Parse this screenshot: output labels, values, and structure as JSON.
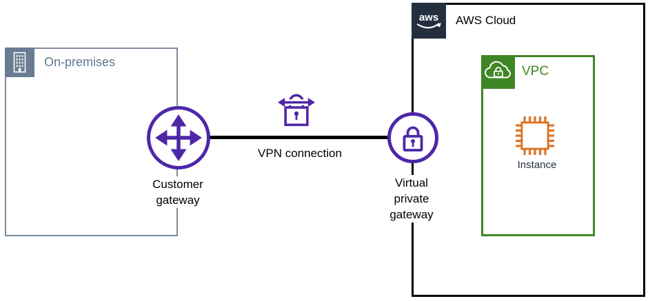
{
  "colors": {
    "purple": "#4D27A8",
    "green": "#3F8624",
    "orange": "#DD7324",
    "navy": "#232F3E",
    "slate": "#697C92",
    "line_black": "#000000"
  },
  "aws_cloud": {
    "logo_text": "aws",
    "label": "AWS Cloud"
  },
  "on_premises": {
    "label": "On-premises"
  },
  "vpc": {
    "label": "VPC"
  },
  "customer_gateway": {
    "label": "Customer gateway"
  },
  "vpn_connection": {
    "label": "VPN connection"
  },
  "virtual_private_gateway": {
    "label": "Virtual private gateway"
  },
  "instance": {
    "label": "Instance"
  }
}
